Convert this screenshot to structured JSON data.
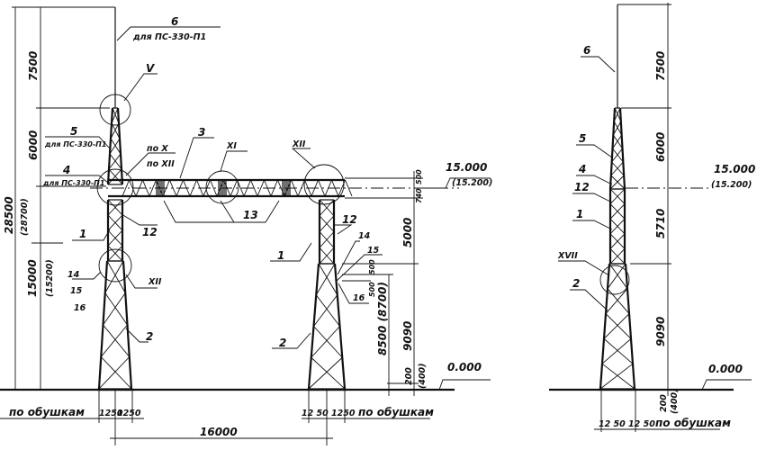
{
  "drawing": {
    "left_view": {
      "dim_total": "28500",
      "dim_total_alt": "(28700)",
      "dim_mast": "7500",
      "dim_top_section": "6000",
      "dim_lower": "15000",
      "dim_lower_alt": "(15200)",
      "dim_span": "16000",
      "dim_base_left": "1250",
      "dim_base_right": "1250",
      "base_note": "по обушкам",
      "label_6": "6",
      "label_6_note": "для ПС-330-П1",
      "label_5": "5",
      "label_5_note": "для ПС-330-П1",
      "label_4": "4",
      "label_4_note": "для ПС-330-П1",
      "label_3": "3",
      "label_1": "1",
      "label_2": "2",
      "label_12": "12",
      "label_13": "13",
      "label_14": "14",
      "label_15": "15",
      "label_16": "16",
      "node_V": "V",
      "node_X": "по X",
      "node_XII_ref": "по XII",
      "node_XI": "XI",
      "node_XII_beam": "XII",
      "node_XII_leg": "XII"
    },
    "middle_view": {
      "label_1": "1",
      "label_2": "2",
      "label_12": "12",
      "label_14": "14",
      "label_15": "15",
      "label_16": "16",
      "dim_500_top": "500",
      "dim_740": "740",
      "dim_5000": "5000",
      "dim_9090": "9090",
      "dim_200": "200",
      "dim_400": "(400)",
      "dim_8500": "8500 (8700)",
      "dim_500_a": "500",
      "dim_500_b": "500",
      "elev_top": "15.000",
      "elev_top_alt": "(15.200)",
      "elev_ground": "0.000",
      "dim_base": "12 50  1250",
      "base_note": "по обушкам"
    },
    "right_view": {
      "label_6": "6",
      "label_5": "5",
      "label_4": "4",
      "label_12": "12",
      "label_1": "1",
      "label_2": "2",
      "node_XVII": "XVII",
      "dim_7500": "7500",
      "dim_6000": "6000",
      "dim_5710": "5710",
      "dim_9090": "9090",
      "dim_200": "200",
      "dim_400": "(400)",
      "elev_top": "15.000",
      "elev_top_alt": "(15.200)",
      "elev_ground": "0.000",
      "dim_base": "12 50  12 50",
      "base_note": "по обушкам"
    }
  }
}
